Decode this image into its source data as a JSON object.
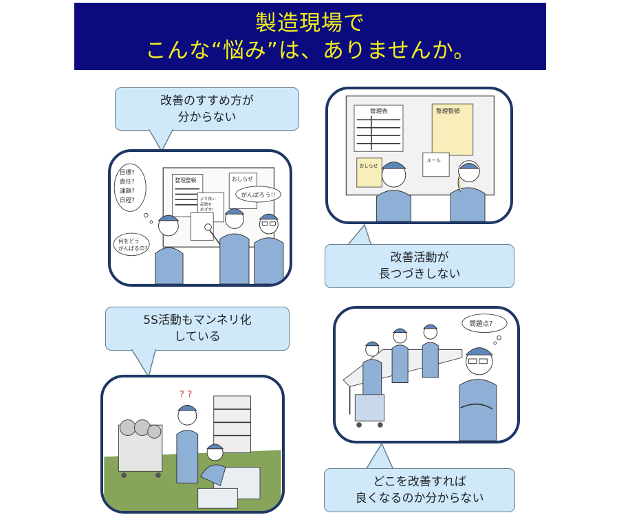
{
  "banner": {
    "line1": "製造現場で",
    "line2": "こんな“悩み”は、ありませんか。"
  },
  "bubbles": {
    "top_left": {
      "line1": "改善のすすめ方が",
      "line2": "分からない"
    },
    "mid_right": {
      "line1": "改善活動が",
      "line2": "長つづきしない"
    },
    "mid_left": {
      "line1": "5S活動もマンネリ化",
      "line2": "している"
    },
    "bottom_right": {
      "line1": "どこを改善すれば",
      "line2": "良くなるのか分からない"
    }
  },
  "illustration_text": {
    "panel1": {
      "thought_list": [
        "目標?",
        "責任?",
        "課題?",
        "日程?"
      ],
      "thought_bottom_1": "何をどう",
      "thought_bottom_2": "がんばるの?",
      "board_sign_1": "整理整頓",
      "board_sign_2": "おしらせ",
      "speech": "がんばろう!!",
      "board_note_1": "より良い",
      "board_note_2": "品質を",
      "board_note_3": "めざせ!"
    },
    "panel2": {
      "sign_1": "管理表",
      "sign_2": "整理整頓",
      "sign_3": "おしらせ",
      "sign_4": "ルール"
    },
    "panel3": {
      "marks": "? ?"
    },
    "panel4": {
      "thought": "問題点?"
    }
  },
  "colors": {
    "banner_bg": "#0b0a7e",
    "banner_text": "#f2ee1c",
    "bubble_bg": "#cfe9fb",
    "panel_border": "#1e3765",
    "uniform": "#8fb0d6",
    "cap": "#5f86b8",
    "floor": "#86a45a"
  }
}
